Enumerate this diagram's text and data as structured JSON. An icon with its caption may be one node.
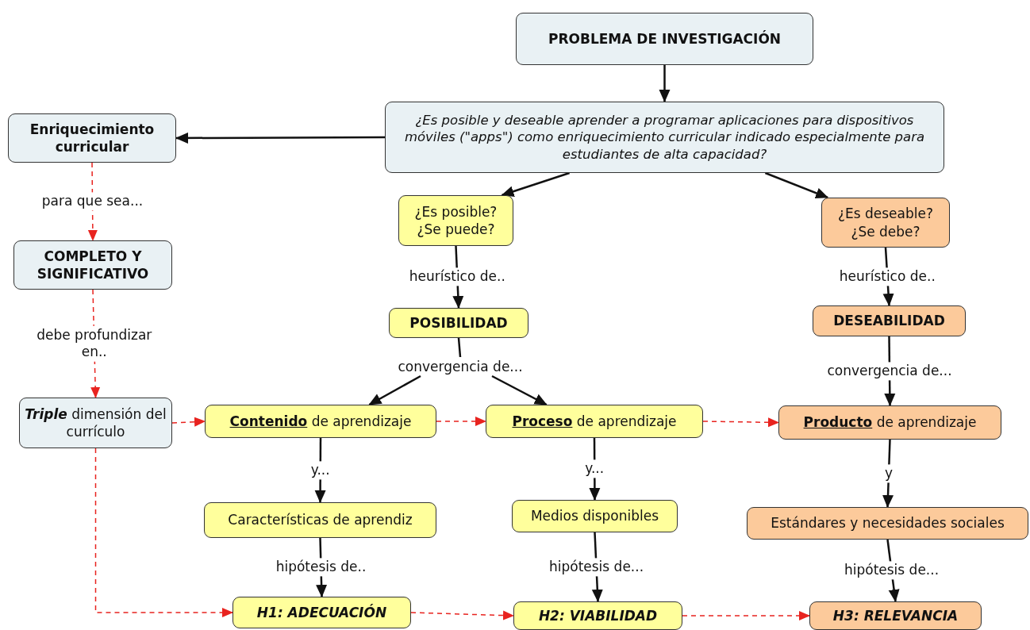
{
  "diagram": {
    "nodes": [
      {
        "text": [
          "PROBLEMA DE INVESTIGACIÓN"
        ]
      },
      {
        "text": [
          "¿Es posible y deseable aprender a programar aplicaciones para dispositivos móviles (\"apps\") como enriquecimiento curricular indicado especialmente para estudiantes de alta capacidad?"
        ]
      },
      {
        "text": [
          "Enriquecimiento curricular"
        ]
      },
      {
        "text": [
          "¿Es posible? ¿Se puede?"
        ]
      },
      {
        "text": [
          "¿Es deseable? ¿Se debe?"
        ]
      },
      {
        "text": [
          "COMPLETO Y SIGNIFICATIVO"
        ]
      },
      {
        "text": [
          "POSIBILIDAD"
        ]
      },
      {
        "text": [
          "DESEABILIDAD"
        ]
      },
      {
        "text": [
          "convergencia de..."
        ]
      },
      {
        "text": [
          "**Triple** dimensión del currículo"
        ]
      },
      {
        "text": [
          "**Contenido** de aprendizaje"
        ]
      },
      {
        "text": [
          "**Proceso** de aprendizaje"
        ]
      },
      {
        "text": [
          "**Producto** de aprendizaje"
        ]
      },
      {
        "text": [
          "Características de aprendiz"
        ]
      },
      {
        "text": [
          "Medios disponibles"
        ]
      },
      {
        "text": [
          "Estándares y necesidades sociales"
        ]
      },
      {
        "text": [
          "H1: ADECUACIÓN"
        ]
      },
      {
        "text": [
          "H2: VIABILIDAD"
        ]
      },
      {
        "text": [
          "H3: RELEVANCIA"
        ]
      }
    ],
    "edges": [
      {
        "from": 0,
        "to": 1,
        "arrow": "to"
      },
      {
        "from": 1,
        "to": 2,
        "arrow": "to"
      },
      {
        "from": 1,
        "to": 3,
        "arrow": "to"
      },
      {
        "from": 1,
        "to": 4,
        "arrow": "to"
      },
      {
        "from": 2,
        "to": 5,
        "arrow": "to",
        "label": "para que sea...",
        "style": "dashed",
        "color": "#e8231f"
      },
      {
        "from": 5,
        "to": 9,
        "arrow": "to",
        "label": "debe profundizar en..",
        "style": "dashed",
        "color": "#e8231f"
      },
      {
        "from": 3,
        "to": 6,
        "arrow": "to",
        "label": "heurístico de.."
      },
      {
        "from": 4,
        "to": 7,
        "arrow": "to",
        "label": "heurístico de.."
      },
      {
        "from": 6,
        "to": 8,
        "arrow": "none"
      },
      {
        "from": 8,
        "to": 10,
        "arrow": "to"
      },
      {
        "from": 8,
        "to": 11,
        "arrow": "to"
      },
      {
        "from": 7,
        "to": 12,
        "arrow": "to",
        "label": "convergencia de..."
      },
      {
        "from": 9,
        "to": 10,
        "arrow": "to",
        "style": "dashed",
        "color": "#e8231f"
      },
      {
        "from": 10,
        "to": 11,
        "arrow": "to",
        "style": "dashed",
        "color": "#e8231f"
      },
      {
        "from": 11,
        "to": 12,
        "arrow": "to",
        "style": "dashed",
        "color": "#e8231f"
      },
      {
        "from": 10,
        "to": 13,
        "arrow": "to",
        "label": "y..."
      },
      {
        "from": 11,
        "to": 14,
        "arrow": "to",
        "label": "y..."
      },
      {
        "from": 12,
        "to": 15,
        "arrow": "to",
        "label": "y"
      },
      {
        "from": 13,
        "to": 16,
        "arrow": "to",
        "label": "hipótesis de.."
      },
      {
        "from": 14,
        "to": 17,
        "arrow": "to",
        "label": "hipótesis de..."
      },
      {
        "from": 15,
        "to": 18,
        "arrow": "to",
        "label": "hipótesis de..."
      },
      {
        "from": 9,
        "to": 16,
        "arrow": "to",
        "style": "dashed",
        "color": "#e8231f"
      },
      {
        "from": 16,
        "to": 17,
        "arrow": "to",
        "style": "dashed",
        "color": "#e8231f"
      },
      {
        "from": 17,
        "to": 18,
        "arrow": "to",
        "style": "dashed",
        "color": "#e8231f"
      }
    ]
  }
}
